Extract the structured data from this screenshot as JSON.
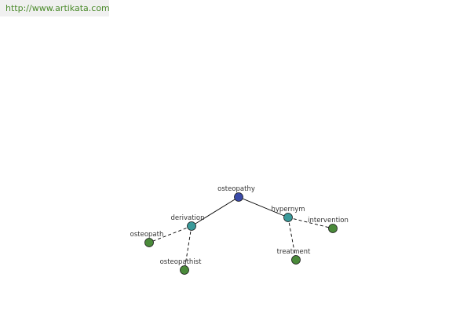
{
  "banner": {
    "url": "http://www.artikata.com"
  },
  "graph": {
    "nodes": [
      {
        "id": "osteopathy",
        "label": "osteopathy",
        "color": "#3a4aa8",
        "role": "root"
      },
      {
        "id": "derivation",
        "label": "derivation",
        "color": "#3a9a9a",
        "role": "relation"
      },
      {
        "id": "hypernym",
        "label": "hypernym",
        "color": "#3a9a9a",
        "role": "relation"
      },
      {
        "id": "osteopath",
        "label": "osteopath",
        "color": "#4a8a3a",
        "role": "term"
      },
      {
        "id": "osteopathist",
        "label": "osteopathist",
        "color": "#4a8a3a",
        "role": "term"
      },
      {
        "id": "treatment",
        "label": "treatment",
        "color": "#4a8a3a",
        "role": "term"
      },
      {
        "id": "intervention",
        "label": "intervention",
        "color": "#4a8a3a",
        "role": "term"
      }
    ],
    "edges": [
      {
        "from": "osteopathy",
        "to": "derivation",
        "style": "solid"
      },
      {
        "from": "osteopathy",
        "to": "hypernym",
        "style": "solid"
      },
      {
        "from": "derivation",
        "to": "osteopath",
        "style": "dashed"
      },
      {
        "from": "derivation",
        "to": "osteopathist",
        "style": "dashed"
      },
      {
        "from": "hypernym",
        "to": "treatment",
        "style": "dashed"
      },
      {
        "from": "hypernym",
        "to": "intervention",
        "style": "dashed"
      }
    ]
  }
}
